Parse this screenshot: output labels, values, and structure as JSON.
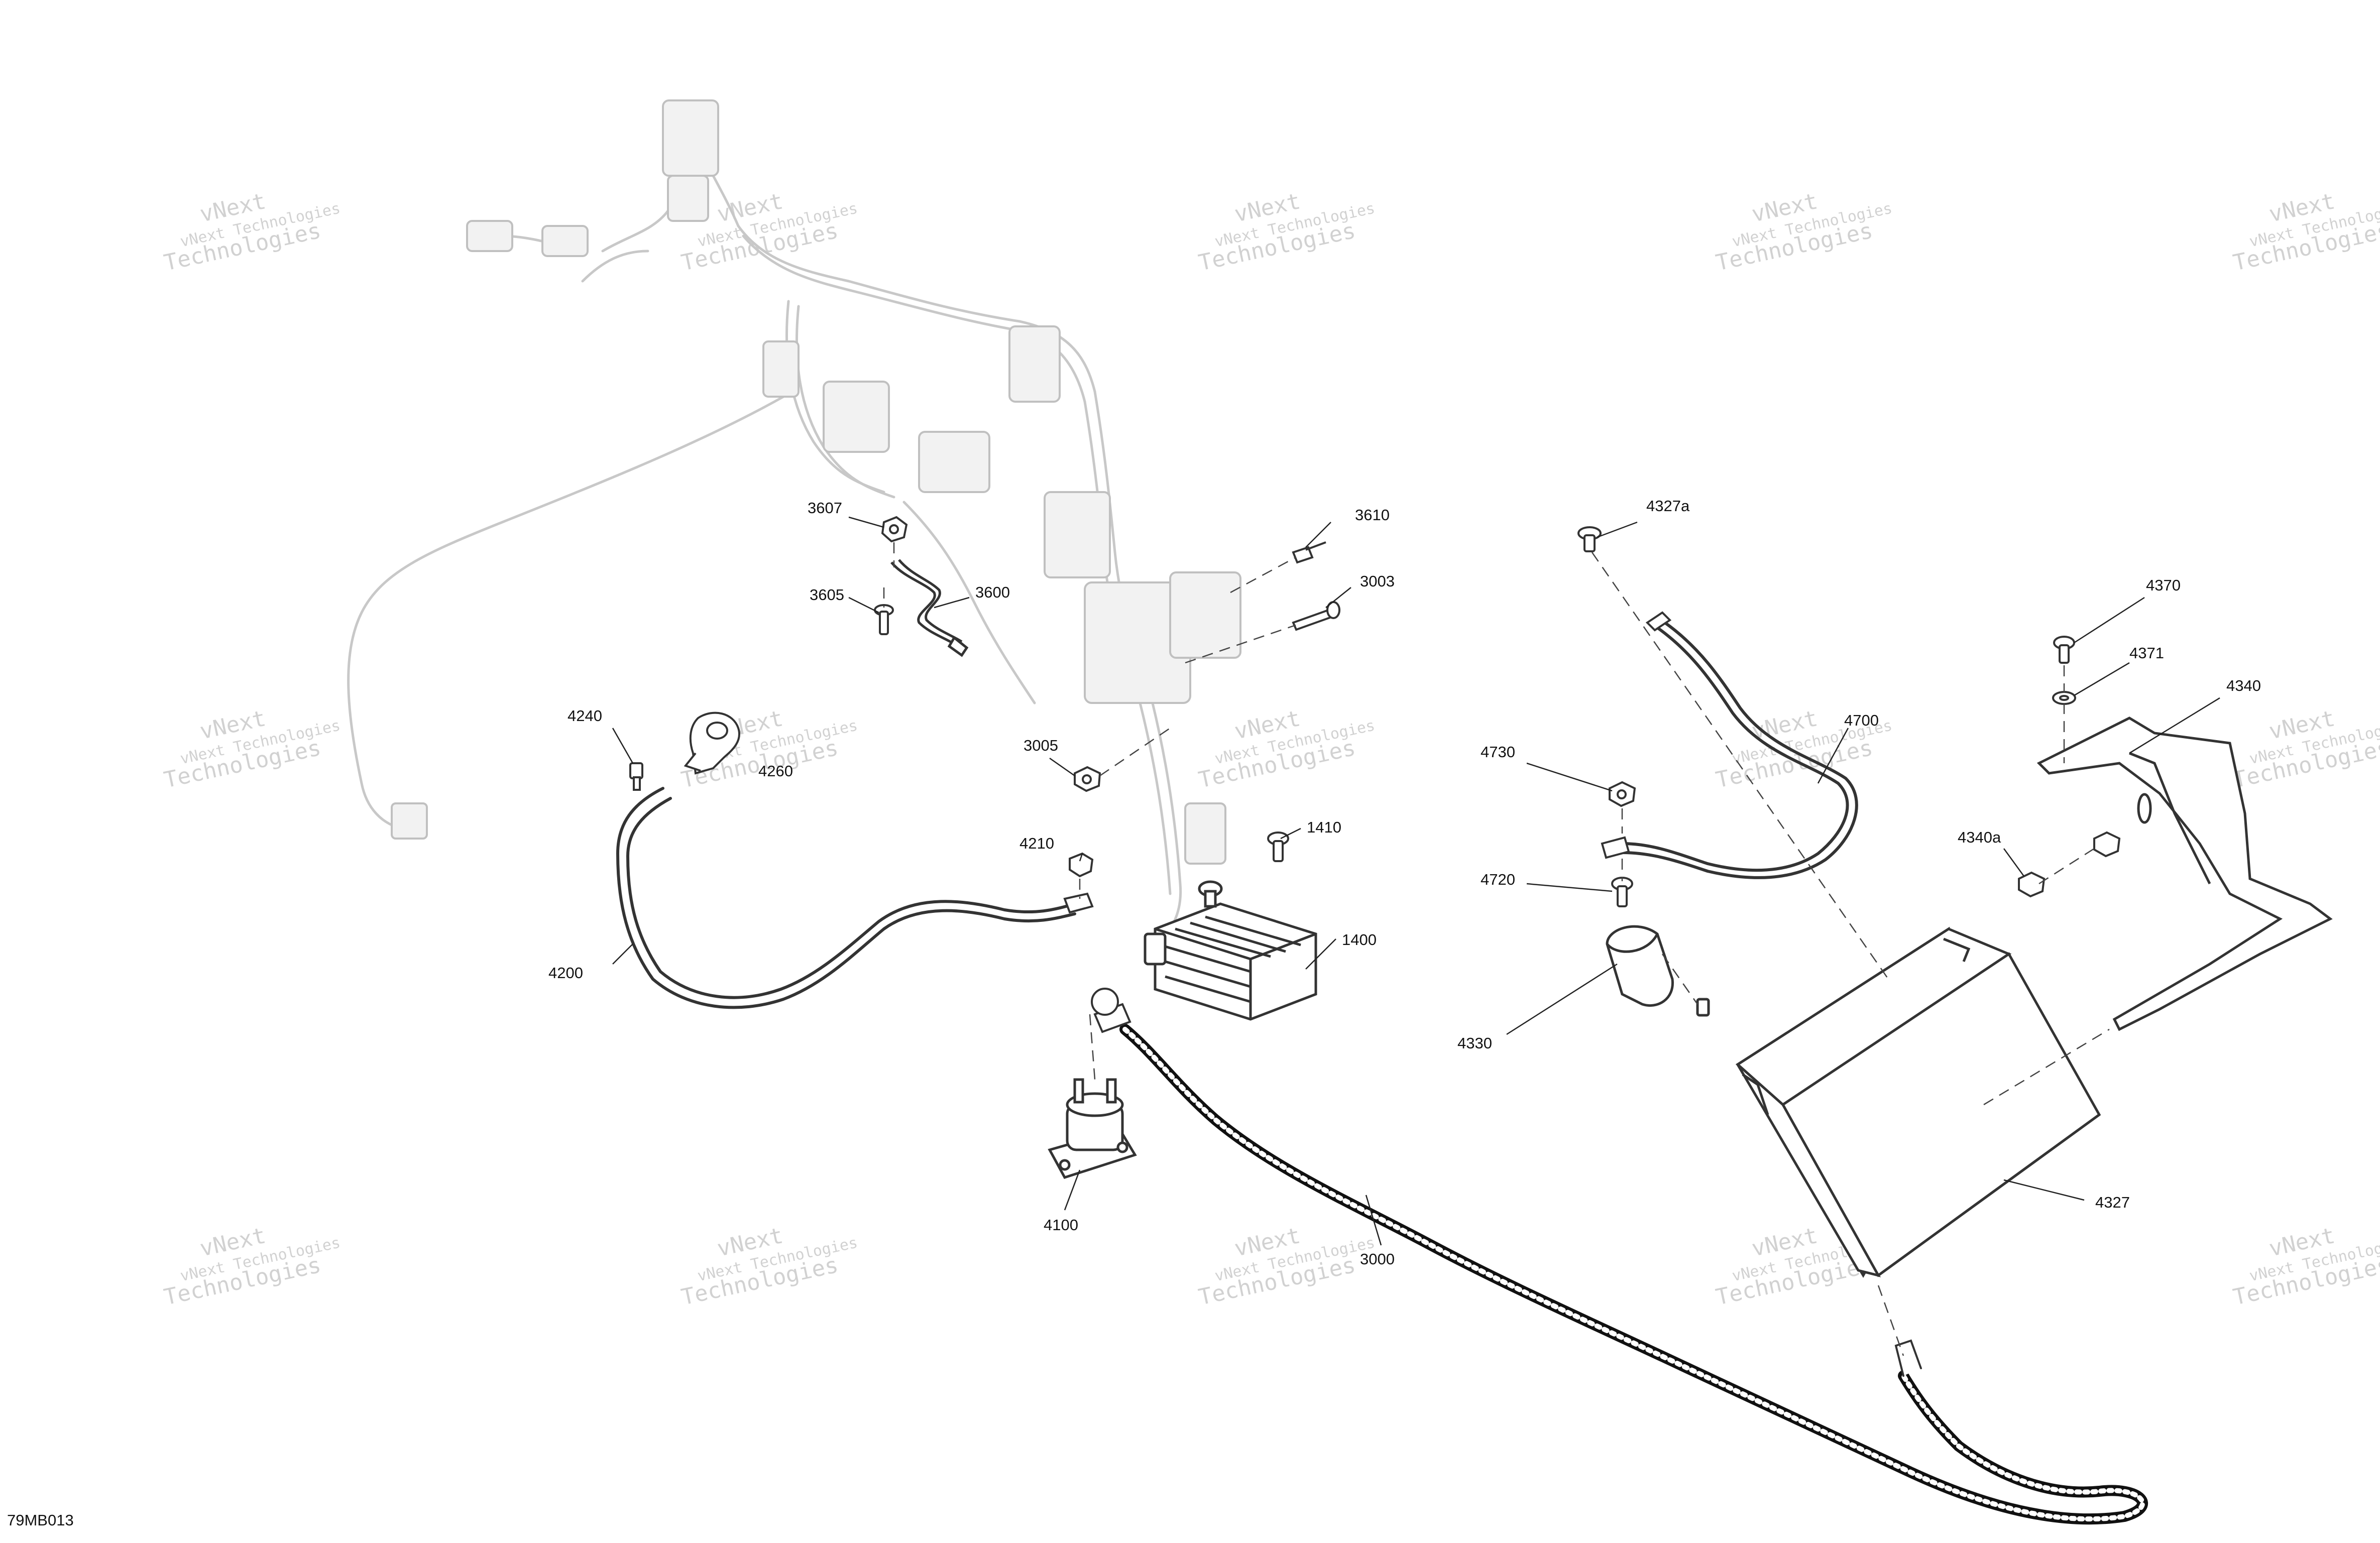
{
  "diagram_code": "79MB013",
  "watermark": {
    "line1": "vNext",
    "line2": "vNext Technologies",
    "line3": "Technologies"
  },
  "callouts": [
    {
      "id": "3607",
      "text": "3607"
    },
    {
      "id": "3610",
      "text": "3610"
    },
    {
      "id": "3600",
      "text": "3600"
    },
    {
      "id": "3605",
      "text": "3605"
    },
    {
      "id": "3003",
      "text": "3003"
    },
    {
      "id": "4327a",
      "text": "4327a"
    },
    {
      "id": "4370",
      "text": "4370"
    },
    {
      "id": "4371",
      "text": "4371"
    },
    {
      "id": "4340",
      "text": "4340"
    },
    {
      "id": "4240",
      "text": "4240"
    },
    {
      "id": "4260",
      "text": "4260"
    },
    {
      "id": "3005",
      "text": "3005"
    },
    {
      "id": "4700",
      "text": "4700"
    },
    {
      "id": "4730",
      "text": "4730"
    },
    {
      "id": "4340a",
      "text": "4340a"
    },
    {
      "id": "4210",
      "text": "4210"
    },
    {
      "id": "1410",
      "text": "1410"
    },
    {
      "id": "4720",
      "text": "4720"
    },
    {
      "id": "1400",
      "text": "1400"
    },
    {
      "id": "4200",
      "text": "4200"
    },
    {
      "id": "4330",
      "text": "4330"
    },
    {
      "id": "4100",
      "text": "4100"
    },
    {
      "id": "3000",
      "text": "3000"
    },
    {
      "id": "4327",
      "text": "4327"
    }
  ]
}
